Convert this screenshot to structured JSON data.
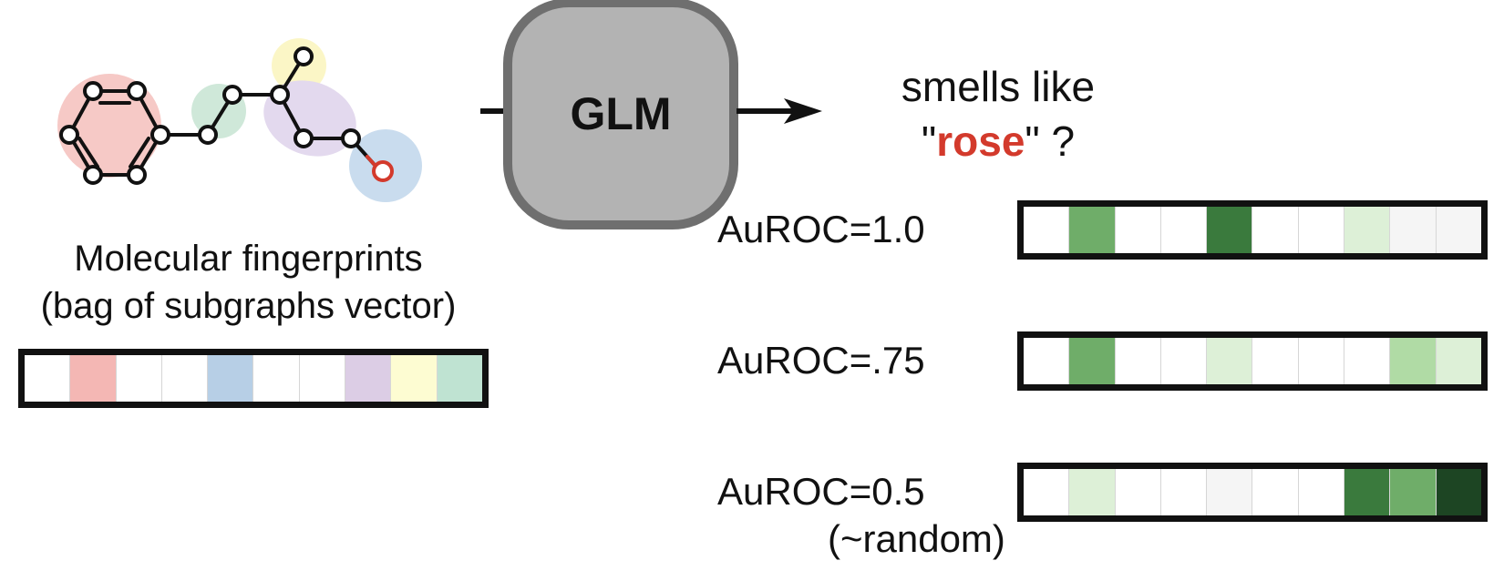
{
  "molecule": {
    "caption_line1": "Molecular fingerprints",
    "caption_line2": "(bag of subgraphs vector)",
    "highlight_colors": [
      "#f6c9c6",
      "#cfe8d9",
      "#fbf6c6",
      "#e3d9ee",
      "#c9dcee"
    ],
    "bond_color": "#111111",
    "oxygen_color": "#d33a2c"
  },
  "fingerprint_vector": {
    "cells": [
      "#ffffff",
      "#f4b7b4",
      "#ffffff",
      "#ffffff",
      "#b7cfe6",
      "#ffffff",
      "#ffffff",
      "#dccde5",
      "#fdfcd2",
      "#bfe3d2"
    ]
  },
  "model": {
    "label": "GLM"
  },
  "query": {
    "line1": "smells like",
    "quote_open": "\"",
    "word": "rose",
    "quote_close": "\" ?",
    "word_color": "#d33a2c"
  },
  "examples": [
    {
      "label": "AuROC=1.0",
      "note": "",
      "cells": [
        "#ffffff",
        "#6fad69",
        "#ffffff",
        "#ffffff",
        "#3a7a3d",
        "#ffffff",
        "#ffffff",
        "#ddf0d7",
        "#f5f5f5",
        "#f5f5f5"
      ]
    },
    {
      "label": "AuROC=.75",
      "note": "",
      "cells": [
        "#ffffff",
        "#6fad69",
        "#ffffff",
        "#ffffff",
        "#ddf0d7",
        "#ffffff",
        "#ffffff",
        "#ffffff",
        "#b0dba5",
        "#ddf0d7"
      ]
    },
    {
      "label": "AuROC=0.5",
      "note": "(~random)",
      "cells": [
        "#ffffff",
        "#ddf0d7",
        "#ffffff",
        "#ffffff",
        "#f5f5f5",
        "#ffffff",
        "#ffffff",
        "#3a7a3d",
        "#6fad69",
        "#1d4523"
      ]
    }
  ]
}
